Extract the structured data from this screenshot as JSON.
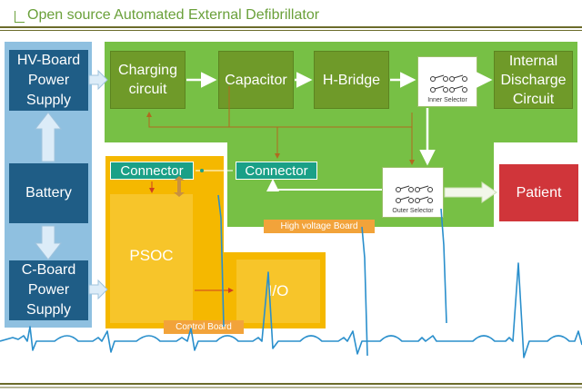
{
  "title": "Open source Automated External Defibrillator",
  "blocks": {
    "hv_power": "HV-Board Power Supply",
    "battery": "Battery",
    "c_power": "C-Board Power Supply",
    "charging": "Charging circuit",
    "capacitor": "Capacitor",
    "hbridge": "H-Bridge",
    "inner_selector": "Inner Selector",
    "internal_discharge": "Internal Discharge Circuit",
    "connector_left": "Connector",
    "connector_right": "Connector",
    "outer_selector": "Outer Selector",
    "patient": "Patient",
    "psoc": "PSOC",
    "io": "I/O"
  },
  "boards": {
    "high_voltage": "High voltage Board",
    "control": "Control Board"
  },
  "colors": {
    "green_panel": "#77c045",
    "green_block": "#6f9a29",
    "blue_panel": "#8fc0e0",
    "blue_block": "#1f5d86",
    "orange_panel": "#f5b800",
    "orange_block": "#f7c52a",
    "teal_connector": "#1aa087",
    "patient_red": "#d0353a",
    "ecg_line": "#2a8fcc",
    "title_green": "#6aa03a"
  }
}
